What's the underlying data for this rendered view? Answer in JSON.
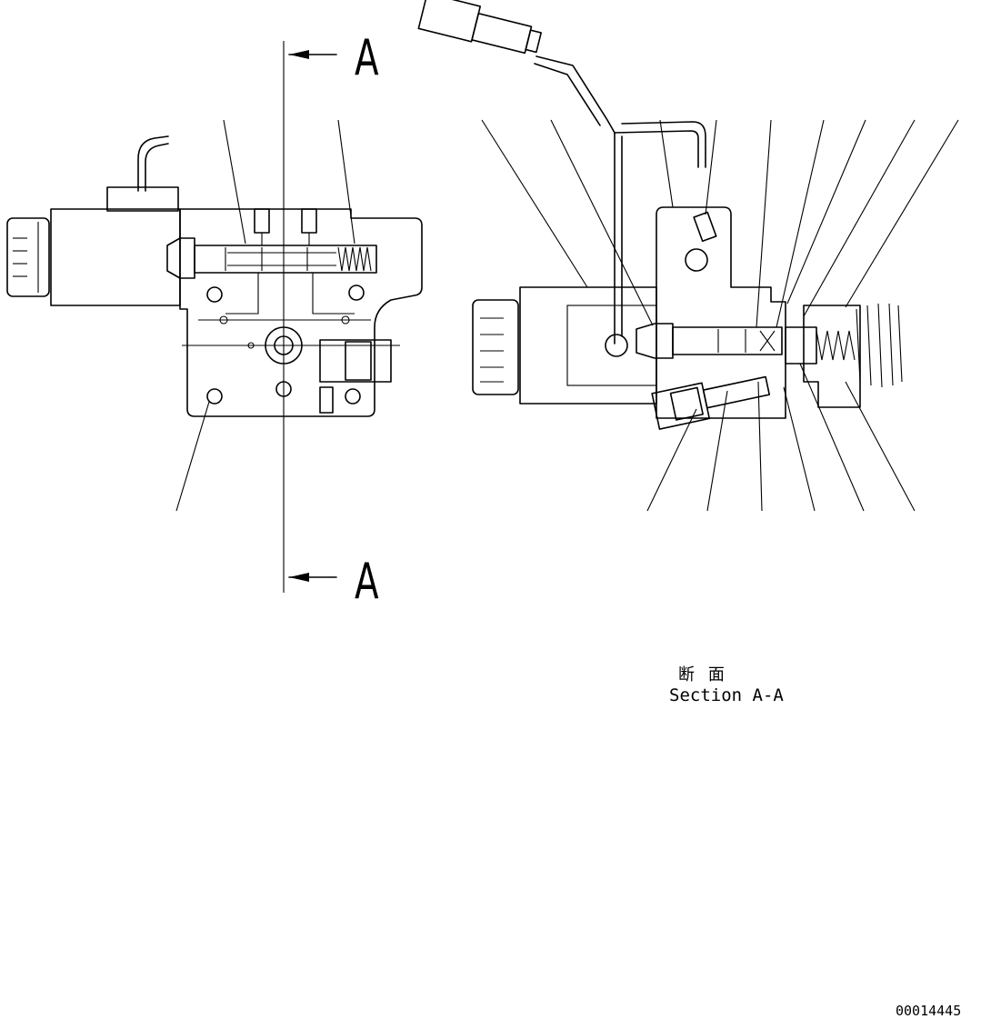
{
  "section_marker_top": "A",
  "section_marker_bottom": "A",
  "section_title_jp": "断 面",
  "section_title_en": "Section A-A",
  "drawing_number": "00014445"
}
